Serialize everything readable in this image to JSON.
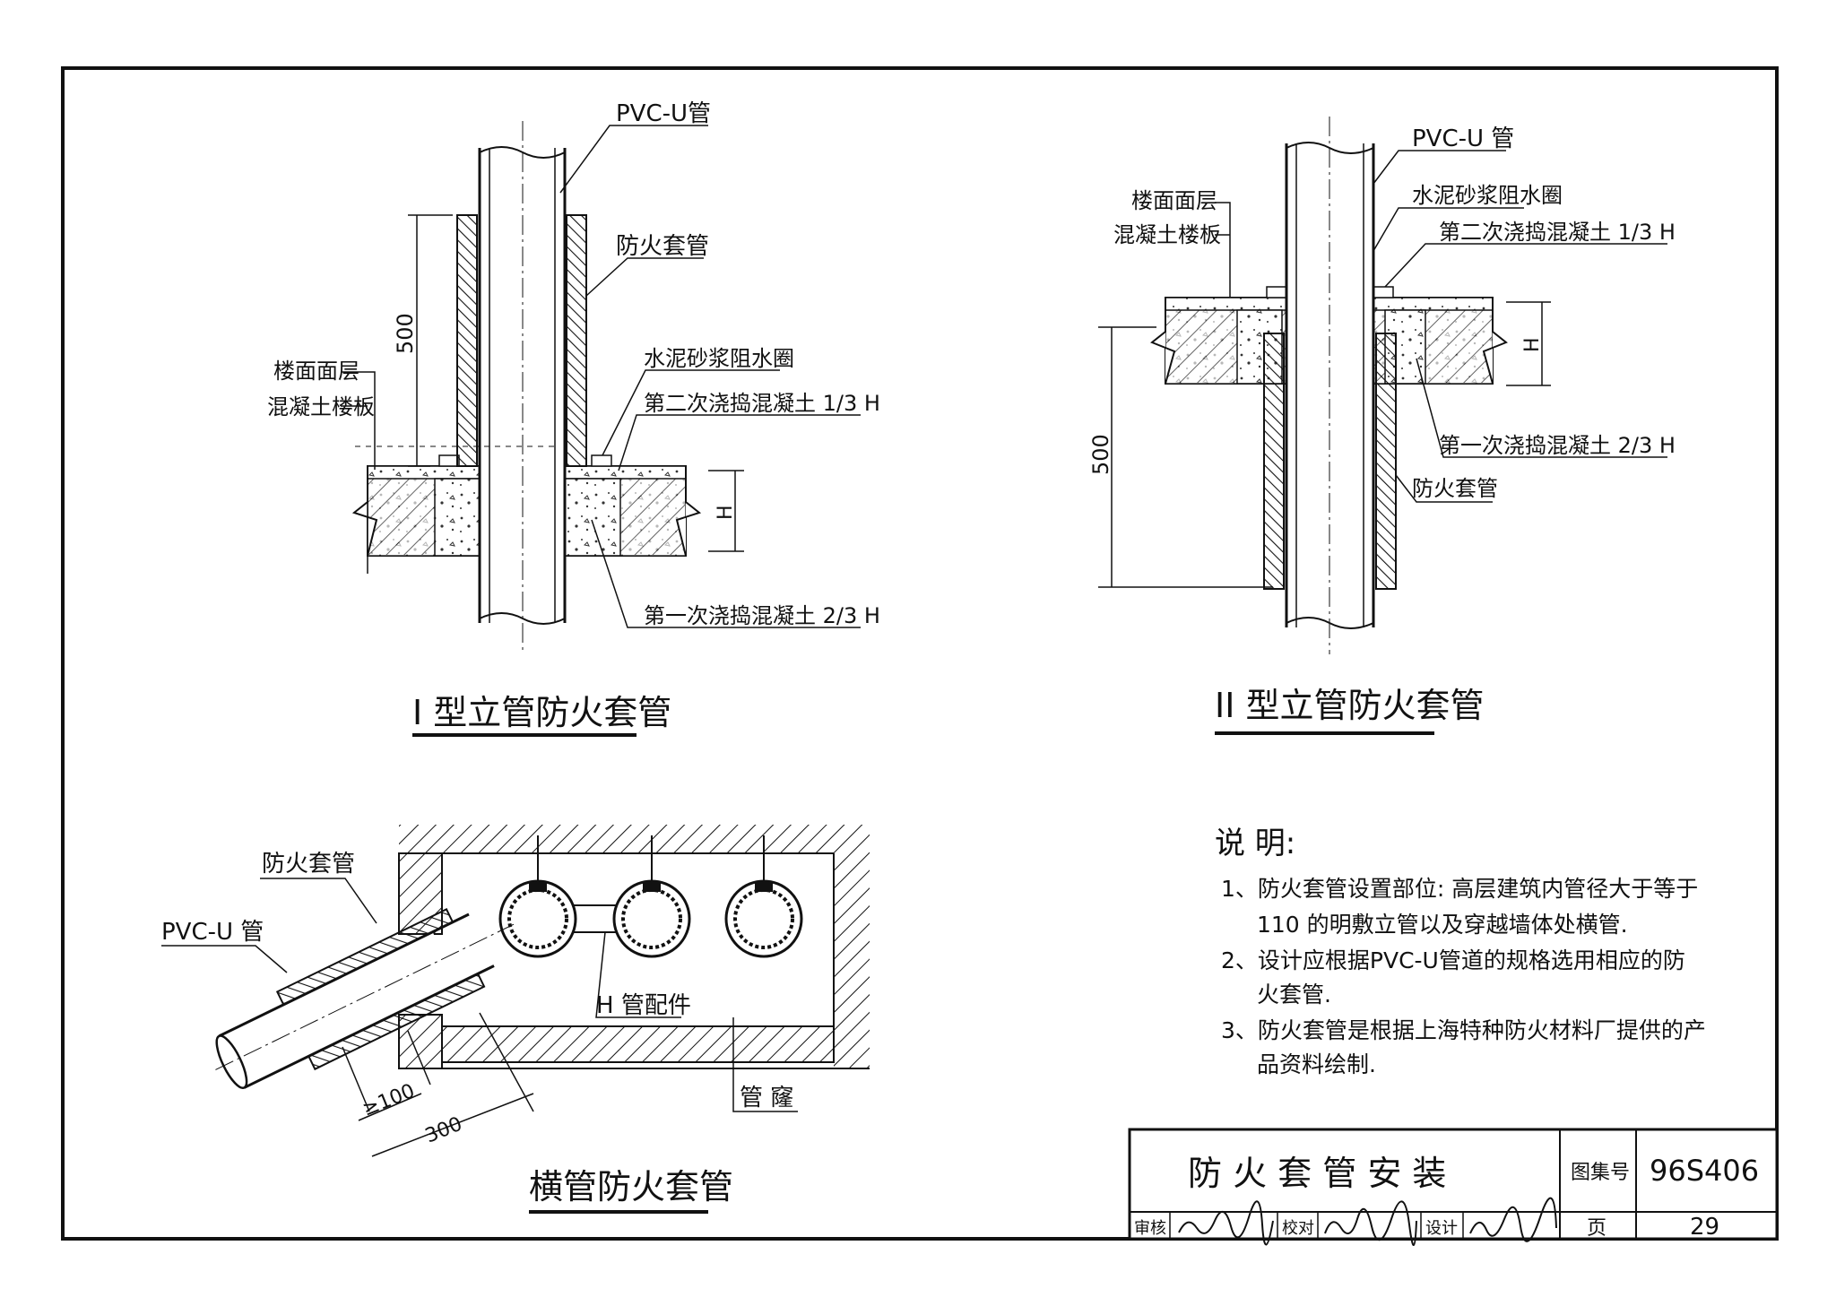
{
  "sheet": {
    "title": "防 火 套 管 安 装",
    "atlas_no_label": "图集号",
    "atlas_no": "96S406",
    "page_label": "页",
    "page_no": "29",
    "review_label": "审核",
    "check_label": "校对",
    "design_label": "设计"
  },
  "fig1": {
    "caption": "I 型立管防火套管",
    "pipe": "PVC-U管",
    "sleeve": "防火套管",
    "ring": "水泥砂浆阻水圈",
    "second_pour": "第二次浇捣混凝土 1/3 H",
    "first_pour": "第一次浇捣混凝土 2/3 H",
    "floor_surface": "楼面面层",
    "slab": "混凝土楼板",
    "dim_500": "500",
    "dim_h": "H"
  },
  "fig2": {
    "caption": "II 型立管防火套管",
    "pipe": "PVC-U 管",
    "ring": "水泥砂浆阻水圈",
    "second_pour": "第二次浇捣混凝土 1/3 H",
    "first_pour": "第一次浇捣混凝土 2/3 H",
    "sleeve": "防火套管",
    "floor_surface": "楼面面层",
    "slab": "混凝土楼板",
    "dim_500": "500",
    "dim_h": "H"
  },
  "fig3": {
    "caption": "横管防火套管",
    "sleeve": "防火套管",
    "pipe": "PVC-U 管",
    "fitting": "H 管配件",
    "shaft": "管 窿",
    "dim_100": "≥100",
    "dim_300": "300"
  },
  "notes": {
    "heading": "说 明:",
    "items": [
      "1、防火套管设置部位: 高层建筑内管径大于等于",
      "110 的明敷立管以及穿越墙体处横管.",
      "2、设计应根据PVC-U管道的规格选用相应的防",
      "火套管.",
      "3、防火套管是根据上海特种防火材料厂提供的产",
      "品资料绘制."
    ]
  }
}
